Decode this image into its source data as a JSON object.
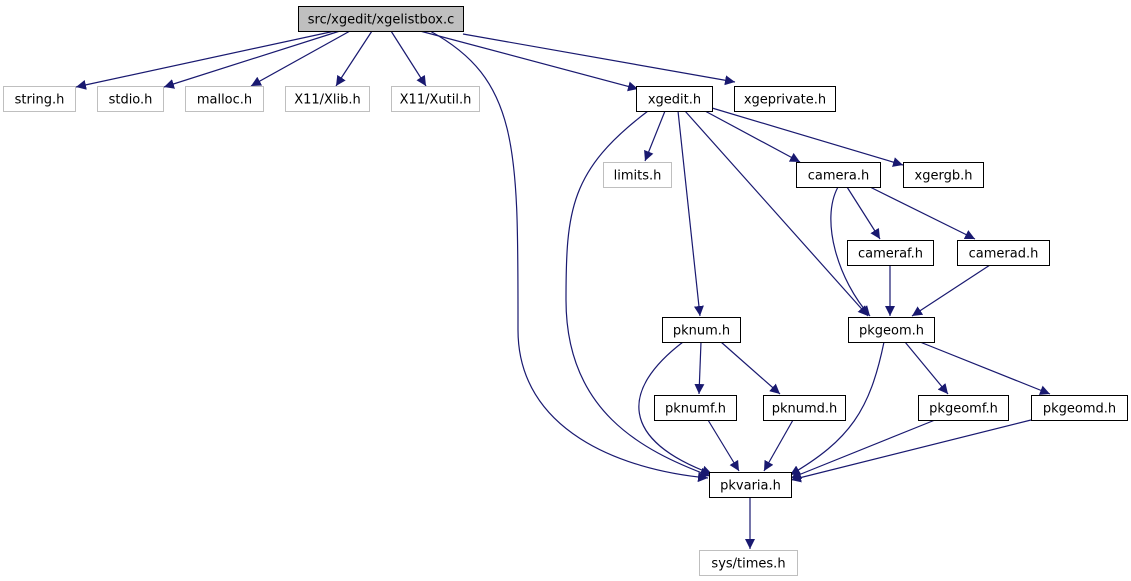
{
  "diagram": {
    "title": "",
    "colors": {
      "edge": "#191970",
      "node_border": "#000000",
      "external_border": "#bfbfbf",
      "root_fill": "#bfbfbf",
      "node_fill": "#ffffff",
      "text": "#000000"
    },
    "nodes": [
      {
        "id": "xgelistbox_c",
        "label": "src/xgedit/xgelistbox.c",
        "kind": "root"
      },
      {
        "id": "string_h",
        "label": "string.h",
        "kind": "external"
      },
      {
        "id": "stdio_h",
        "label": "stdio.h",
        "kind": "external"
      },
      {
        "id": "malloc_h",
        "label": "malloc.h",
        "kind": "external"
      },
      {
        "id": "xlib_h",
        "label": "X11/Xlib.h",
        "kind": "external"
      },
      {
        "id": "xutil_h",
        "label": "X11/Xutil.h",
        "kind": "external"
      },
      {
        "id": "xgedit_h",
        "label": "xgedit.h",
        "kind": "local"
      },
      {
        "id": "xgeprivate_h",
        "label": "xgeprivate.h",
        "kind": "local"
      },
      {
        "id": "limits_h",
        "label": "limits.h",
        "kind": "external"
      },
      {
        "id": "camera_h",
        "label": "camera.h",
        "kind": "local"
      },
      {
        "id": "xgergb_h",
        "label": "xgergb.h",
        "kind": "local"
      },
      {
        "id": "cameraf_h",
        "label": "cameraf.h",
        "kind": "local"
      },
      {
        "id": "camerad_h",
        "label": "camerad.h",
        "kind": "local"
      },
      {
        "id": "pknum_h",
        "label": "pknum.h",
        "kind": "local"
      },
      {
        "id": "pkgeom_h",
        "label": "pkgeom.h",
        "kind": "local"
      },
      {
        "id": "pknumf_h",
        "label": "pknumf.h",
        "kind": "local"
      },
      {
        "id": "pknumd_h",
        "label": "pknumd.h",
        "kind": "local"
      },
      {
        "id": "pkgeomf_h",
        "label": "pkgeomf.h",
        "kind": "local"
      },
      {
        "id": "pkgeomd_h",
        "label": "pkgeomd.h",
        "kind": "local"
      },
      {
        "id": "pkvaria_h",
        "label": "pkvaria.h",
        "kind": "local"
      },
      {
        "id": "sys_times_h",
        "label": "sys/times.h",
        "kind": "external"
      }
    ],
    "edges": [
      {
        "from": "xgelistbox_c",
        "to": "string_h"
      },
      {
        "from": "xgelistbox_c",
        "to": "stdio_h"
      },
      {
        "from": "xgelistbox_c",
        "to": "malloc_h"
      },
      {
        "from": "xgelistbox_c",
        "to": "xlib_h"
      },
      {
        "from": "xgelistbox_c",
        "to": "xutil_h"
      },
      {
        "from": "xgelistbox_c",
        "to": "xgedit_h"
      },
      {
        "from": "xgelistbox_c",
        "to": "xgeprivate_h"
      },
      {
        "from": "xgelistbox_c",
        "to": "pkvaria_h"
      },
      {
        "from": "xgedit_h",
        "to": "limits_h"
      },
      {
        "from": "xgedit_h",
        "to": "camera_h"
      },
      {
        "from": "xgedit_h",
        "to": "xgergb_h"
      },
      {
        "from": "xgedit_h",
        "to": "pknum_h"
      },
      {
        "from": "xgedit_h",
        "to": "pkgeom_h"
      },
      {
        "from": "xgedit_h",
        "to": "pkvaria_h"
      },
      {
        "from": "camera_h",
        "to": "cameraf_h"
      },
      {
        "from": "camera_h",
        "to": "camerad_h"
      },
      {
        "from": "camera_h",
        "to": "pkgeom_h"
      },
      {
        "from": "cameraf_h",
        "to": "pkgeom_h"
      },
      {
        "from": "camerad_h",
        "to": "pkgeom_h"
      },
      {
        "from": "pknum_h",
        "to": "pknumf_h"
      },
      {
        "from": "pknum_h",
        "to": "pknumd_h"
      },
      {
        "from": "pknum_h",
        "to": "pkvaria_h"
      },
      {
        "from": "pknumf_h",
        "to": "pkvaria_h"
      },
      {
        "from": "pknumd_h",
        "to": "pkvaria_h"
      },
      {
        "from": "pkgeom_h",
        "to": "pkgeomf_h"
      },
      {
        "from": "pkgeom_h",
        "to": "pkgeomd_h"
      },
      {
        "from": "pkgeom_h",
        "to": "pkvaria_h"
      },
      {
        "from": "pkgeomf_h",
        "to": "pkvaria_h"
      },
      {
        "from": "pkgeomd_h",
        "to": "pkvaria_h"
      },
      {
        "from": "pkvaria_h",
        "to": "sys_times_h"
      }
    ]
  }
}
